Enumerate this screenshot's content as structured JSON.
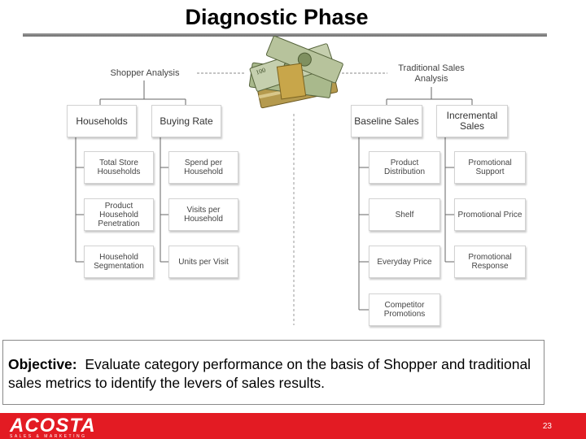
{
  "slide": {
    "title": "Diagnostic Phase",
    "objective_label": "Objective:",
    "objective_text": "Evaluate category performance on the basis of Shopper and traditional sales metrics to identify the levers of sales results.",
    "page_number": "23"
  },
  "brand": {
    "name": "ACOSTA",
    "tagline": "SALES & MARKETING",
    "accent_color": "#e31b23"
  },
  "diagram": {
    "left_root": "Shopper Analysis",
    "left_heads": [
      "Households",
      "Buying Rate"
    ],
    "households_children": [
      "Total Store Households",
      "Product Household Penetration",
      "Household Segmentation"
    ],
    "buying_rate_children": [
      "Spend per Household",
      "Visits per Household",
      "Units per Visit"
    ],
    "right_root": "Traditional Sales Analysis",
    "right_heads": [
      "Baseline Sales",
      "Incremental Sales"
    ],
    "baseline_children": [
      "Product Distribution",
      "Shelf",
      "Everyday Price",
      "Competitor Promotions"
    ],
    "incremental_children": [
      "Promotional Support",
      "Promotional Price",
      "Promotional Response"
    ],
    "center_image": "money-stack-icon"
  }
}
